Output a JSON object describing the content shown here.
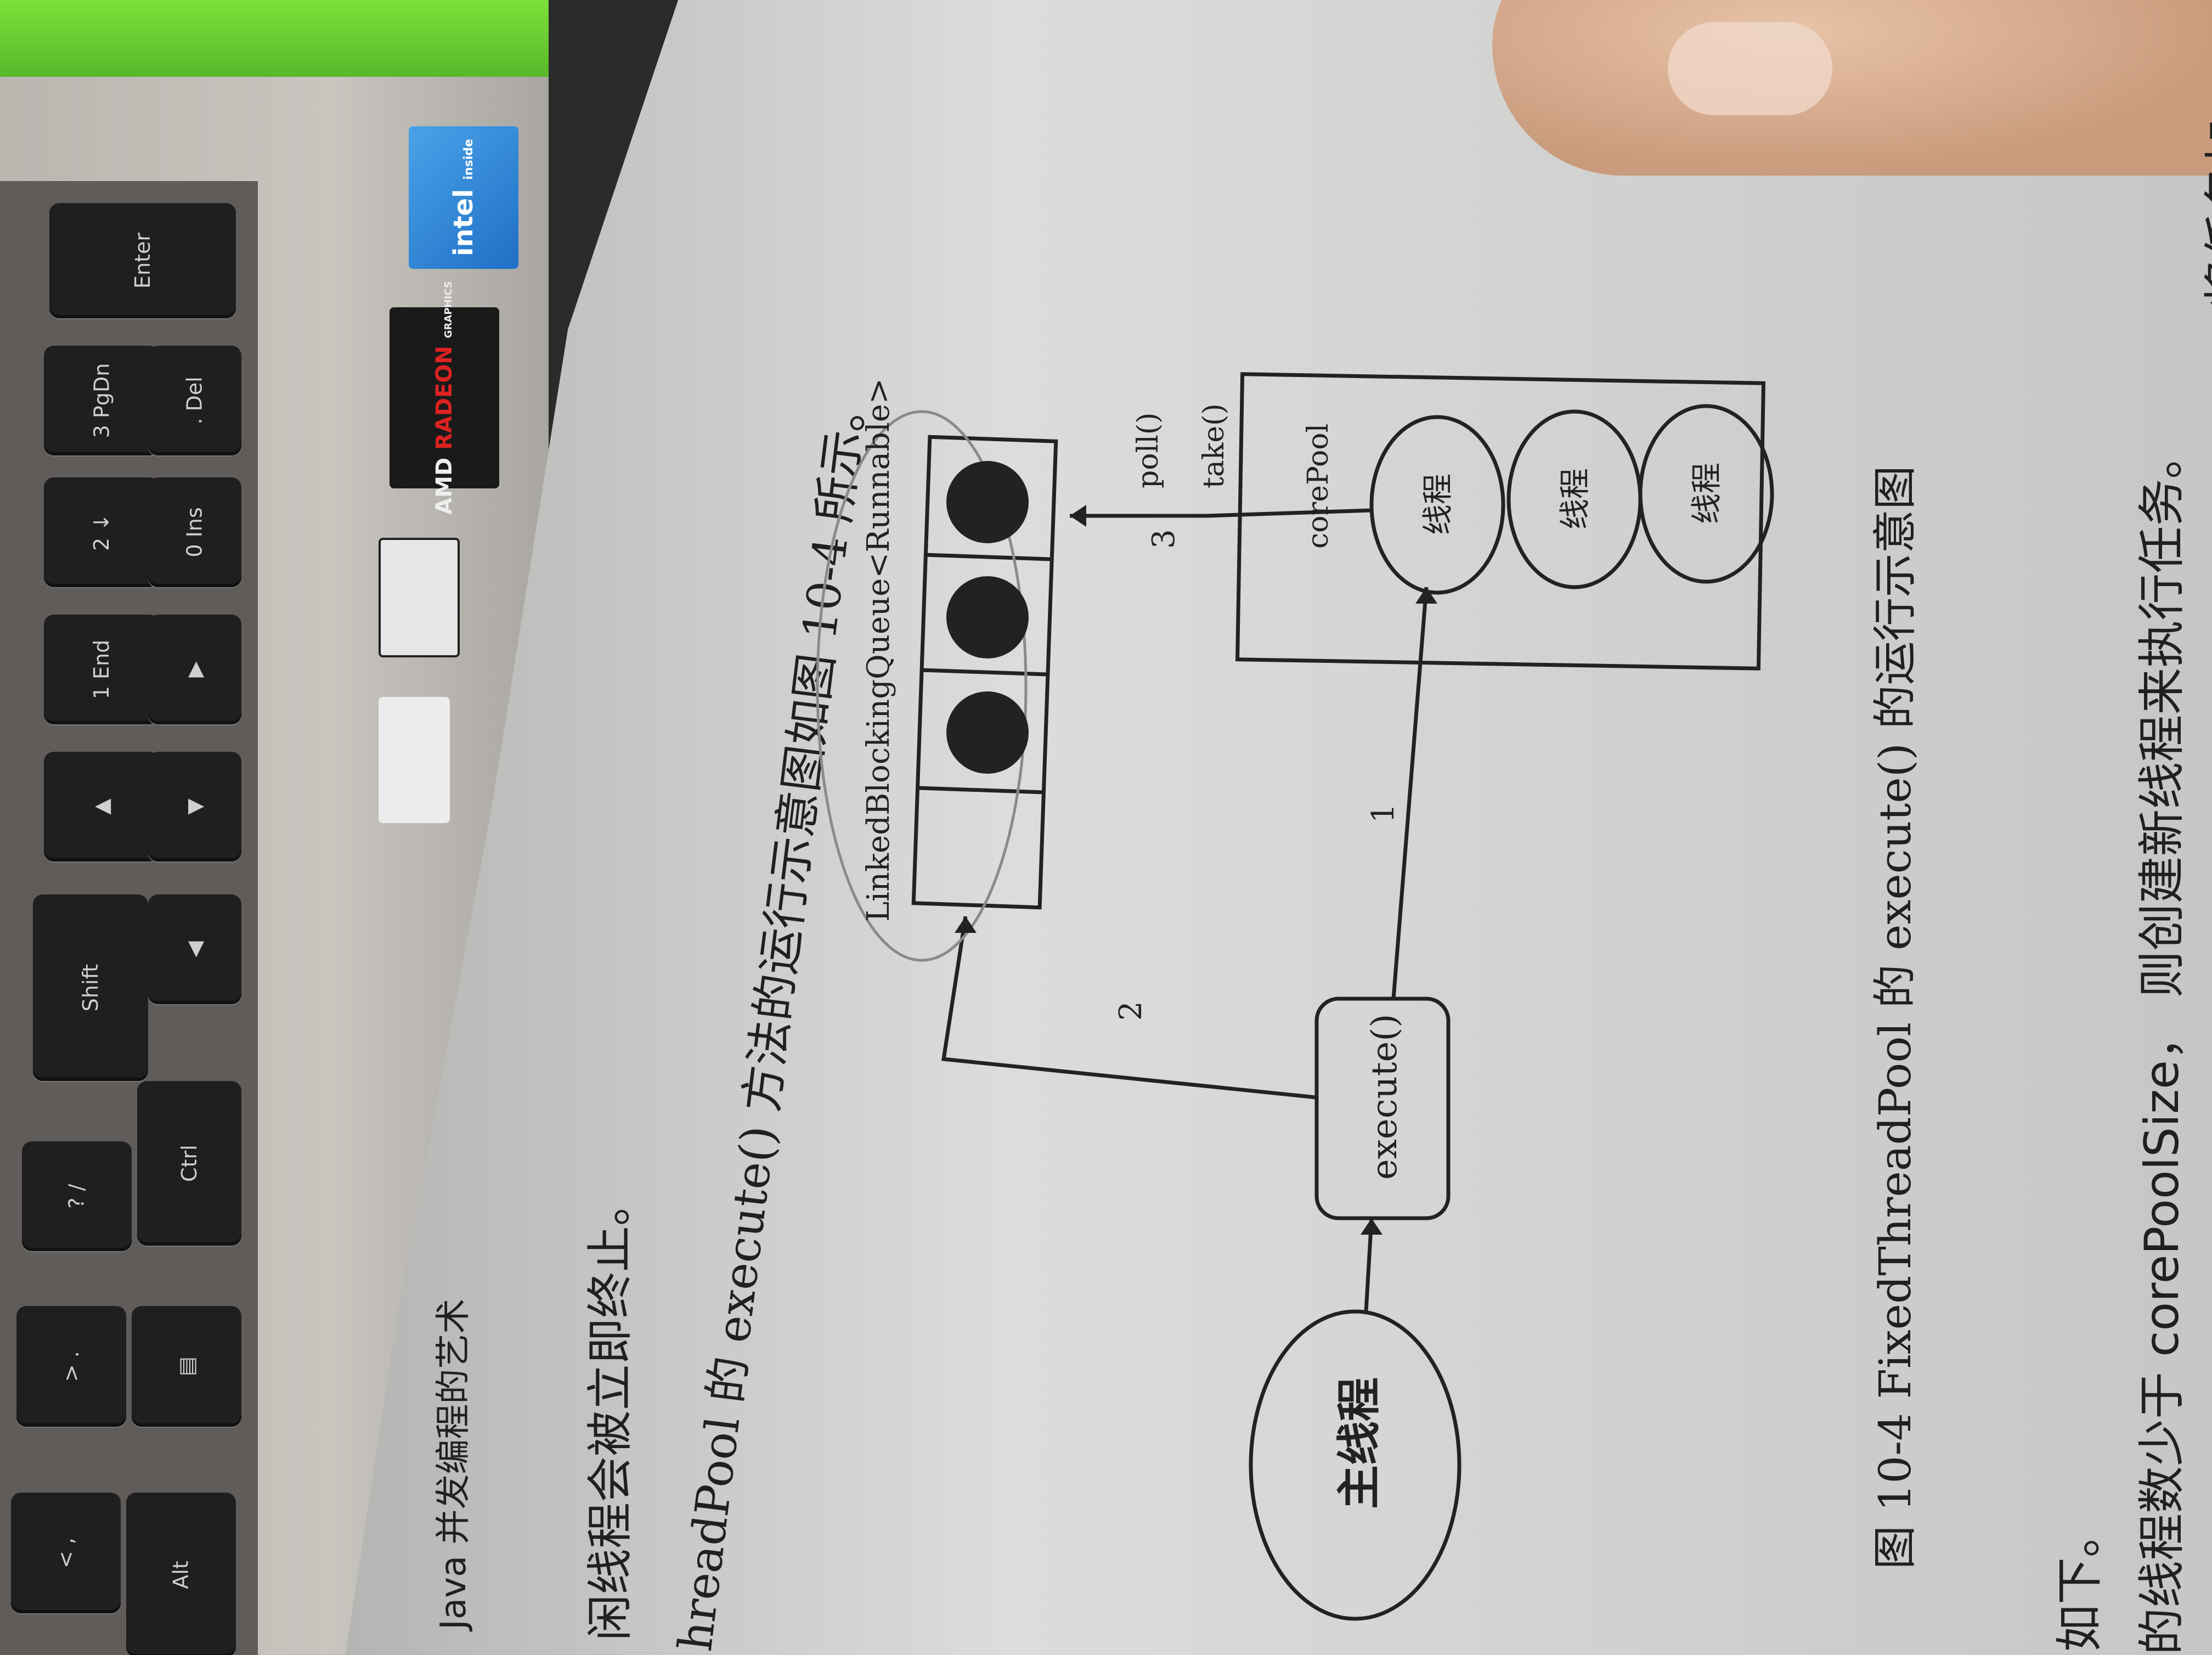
{
  "keyboard": {
    "keys": [
      "Enter",
      "3 PgDn",
      ". Del",
      "2 ↓",
      "0 Ins",
      "1 End",
      "▶",
      "▲",
      "▼",
      "Shift",
      "◀",
      "Ctrl",
      "? /",
      "▤",
      "> .",
      "< ,",
      "Alt"
    ]
  },
  "stickers": {
    "intel": "intel",
    "intel_sub": "inside",
    "amd": "AMD",
    "radeon": "RADEON",
    "radeon_sub": "GRAPHICS"
  },
  "book": {
    "header": "Java 并发编程的艺术",
    "line_a": "闲线程会被立即终止。",
    "line_b": "hreadPool 的 execute() 方法的运行示意图如图 10-4 所示。",
    "caption": "图 10-4    FixedThreadPool 的 execute() 的运行示意图",
    "line_c": "如下。",
    "line_d": "的线程数少于 corePoolSize，  则创建新线程来执行任务。",
    "line_e": "将任务加"
  },
  "diagram": {
    "main_thread": "主线程",
    "execute": "execute()",
    "queue_label": "LinkedBlockingQueue<Runnable>",
    "pool_label": "corePool",
    "worker": "线程",
    "poll": "poll()",
    "take": "take()",
    "step1": "1",
    "step2": "2",
    "step3": "3"
  }
}
